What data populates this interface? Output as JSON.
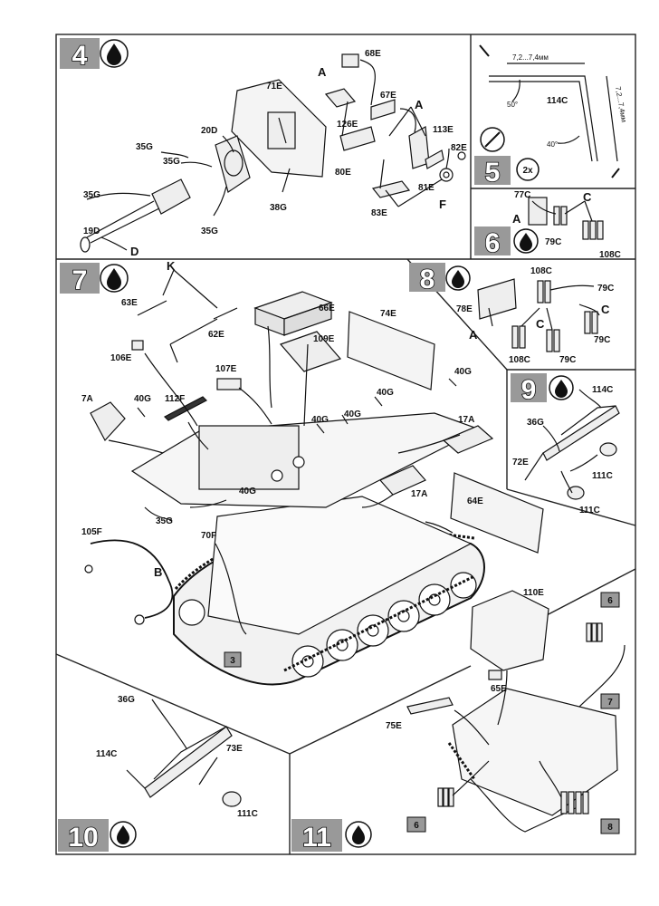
{
  "steps": {
    "s4": {
      "num": "4"
    },
    "s5": {
      "num": "5",
      "count": "2x"
    },
    "s6": {
      "num": "6"
    },
    "s7": {
      "num": "7"
    },
    "s8": {
      "num": "8"
    },
    "s9": {
      "num": "9"
    },
    "s10": {
      "num": "10"
    },
    "s11": {
      "num": "11"
    }
  },
  "s4_parts": {
    "p68E": "68E",
    "pA1": "A",
    "p71E": "71E",
    "p67E": "67E",
    "pA2": "A",
    "p126E": "126E",
    "p113E": "113E",
    "p20D": "20D",
    "p35G_1": "35G",
    "p35G_2": "35G",
    "p82E": "82E",
    "p80E": "80E",
    "p81E": "81E",
    "p35G_3": "35G",
    "p38G": "38G",
    "p83E": "83E",
    "pF": "F",
    "p19D": "19D",
    "p35G_4": "35G",
    "pD": "D"
  },
  "s5_parts": {
    "dim1": "7,2...7,4мм",
    "p114C": "114C",
    "angle50": "50°",
    "dim2": "7,2...7,4мм",
    "angle40": "40°"
  },
  "s6_parts": {
    "p77C": "77C",
    "pC": "C",
    "pA": "A",
    "p79C": "79C",
    "p108C": "108C"
  },
  "s7_parts": {
    "pK": "K",
    "p63E": "63E",
    "p66E": "66E",
    "p74E": "74E",
    "p62E": "62E",
    "p109E": "109E",
    "p106E": "106E",
    "p107E": "107E",
    "p40G_1": "40G",
    "p7A": "7A",
    "p40G_2": "40G",
    "p112F": "112F",
    "p40G_3": "40G",
    "p40G_4": "40G",
    "p40G_5": "40G",
    "p17A_1": "17A",
    "p40G_6": "40G",
    "p17A_2": "17A",
    "p64E": "64E",
    "p105F": "105F",
    "p35G": "35G",
    "p70F": "70F",
    "pB": "B",
    "ref3": "3"
  },
  "s8_parts": {
    "p108C_1": "108C",
    "p79C_1": "79C",
    "p78E": "78E",
    "pC_1": "C",
    "pC_2": "C",
    "pA": "A",
    "p79C_2": "79C",
    "p108C_2": "108C",
    "p79C_3": "79C"
  },
  "s9_parts": {
    "p114C": "114C",
    "p36G": "36G",
    "p72E": "72E",
    "p111C_1": "111C",
    "p111C_2": "111C"
  },
  "s10_parts": {
    "p36G": "36G",
    "p114C": "114C",
    "p73E": "73E",
    "p111C": "111C"
  },
  "s11_parts": {
    "p110E": "110E",
    "ref6_1": "6",
    "p65E": "65E",
    "ref7": "7",
    "p75E": "75E",
    "ref6_2": "6",
    "ref8": "8"
  }
}
